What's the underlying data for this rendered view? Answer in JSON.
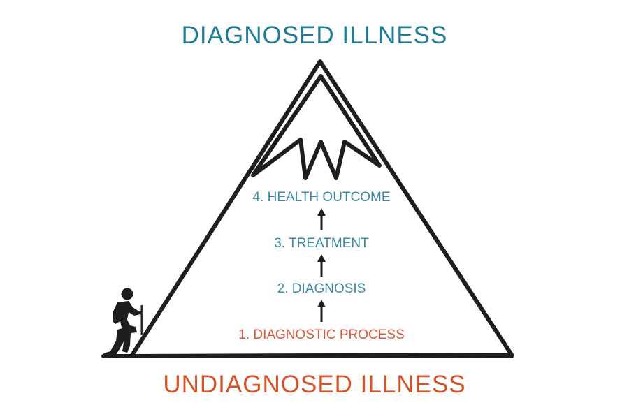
{
  "titles": {
    "top": "DIAGNOSED ILLNESS",
    "bottom": "UNDIAGNOSED ILLNESS"
  },
  "steps": [
    {
      "label": "1. DIAGNOSTIC PROCESS",
      "color": "#e0553a"
    },
    {
      "label": "2. DIAGNOSIS",
      "color": "#3a8aa3"
    },
    {
      "label": "3. TREATMENT",
      "color": "#3a8aa3"
    },
    {
      "label": "4. HEALTH OUTCOME",
      "color": "#3a8aa3"
    }
  ],
  "icons": {
    "mountain": "mountain-icon",
    "hiker": "hiker-icon",
    "arrow": "arrow-up-icon"
  },
  "colors": {
    "diagnosed": "#1f7c95",
    "undiagnosed": "#d9532a",
    "outline": "#1e1e1e"
  }
}
